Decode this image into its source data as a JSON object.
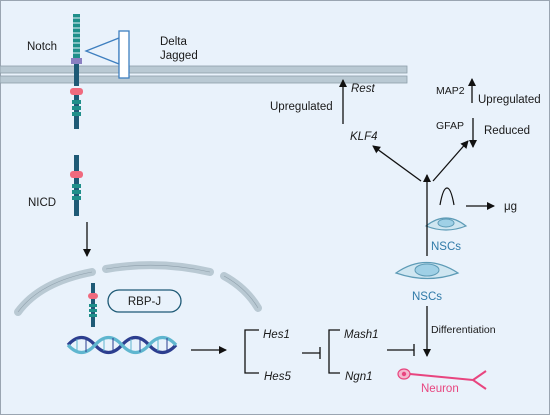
{
  "colors": {
    "background": "#e9f2fb",
    "frame": "#9aa5b1",
    "membrane": "#b9c9d3",
    "membrane_edge": "#8e9fab",
    "notch_teal": "#1f8f8a",
    "notch_dark": "#1e5a76",
    "notch_pink": "#f06a7e",
    "notch_purple": "#8a7fc1",
    "ligand_outline": "#3e7fbf",
    "cell": "#cfe6f1",
    "cell_nucleus": "#9fd0e6",
    "cell_outline": "#5d9bb6",
    "neuron": "#e8457f",
    "dna_a": "#2c3e8f",
    "dna_b": "#5fb6cf",
    "arrow": "#111111",
    "nsc_label": "#2f7aa8",
    "neuron_label": "#e8457f"
  },
  "icons": {
    "receptor": "notch-receptor-icon",
    "ligand": "ligand-icon",
    "dna": "dna-helix-icon",
    "stem_cell": "stem-cell-icon",
    "neuron": "neuron-icon"
  },
  "labels": {
    "notch": "Notch",
    "delta": "Delta",
    "jagged": "Jagged",
    "nicd": "NICD",
    "rbpj": "RBP-J",
    "hes1": "Hes1",
    "hes5": "Hes5",
    "mash1": "Mash1",
    "ngn1": "Ngn1",
    "neuron": "Neuron",
    "differentiation": "Differentiation",
    "nscs_bottom": "NSCs",
    "nscs_top": "NSCs",
    "ug": "μg",
    "klf4": "KLF4",
    "rest": "Rest",
    "upregulated_left": "Upregulated",
    "map2": "MAP2",
    "upregulated_right": "Upregulated",
    "gfap": "GFAP",
    "reduced": "Reduced"
  }
}
